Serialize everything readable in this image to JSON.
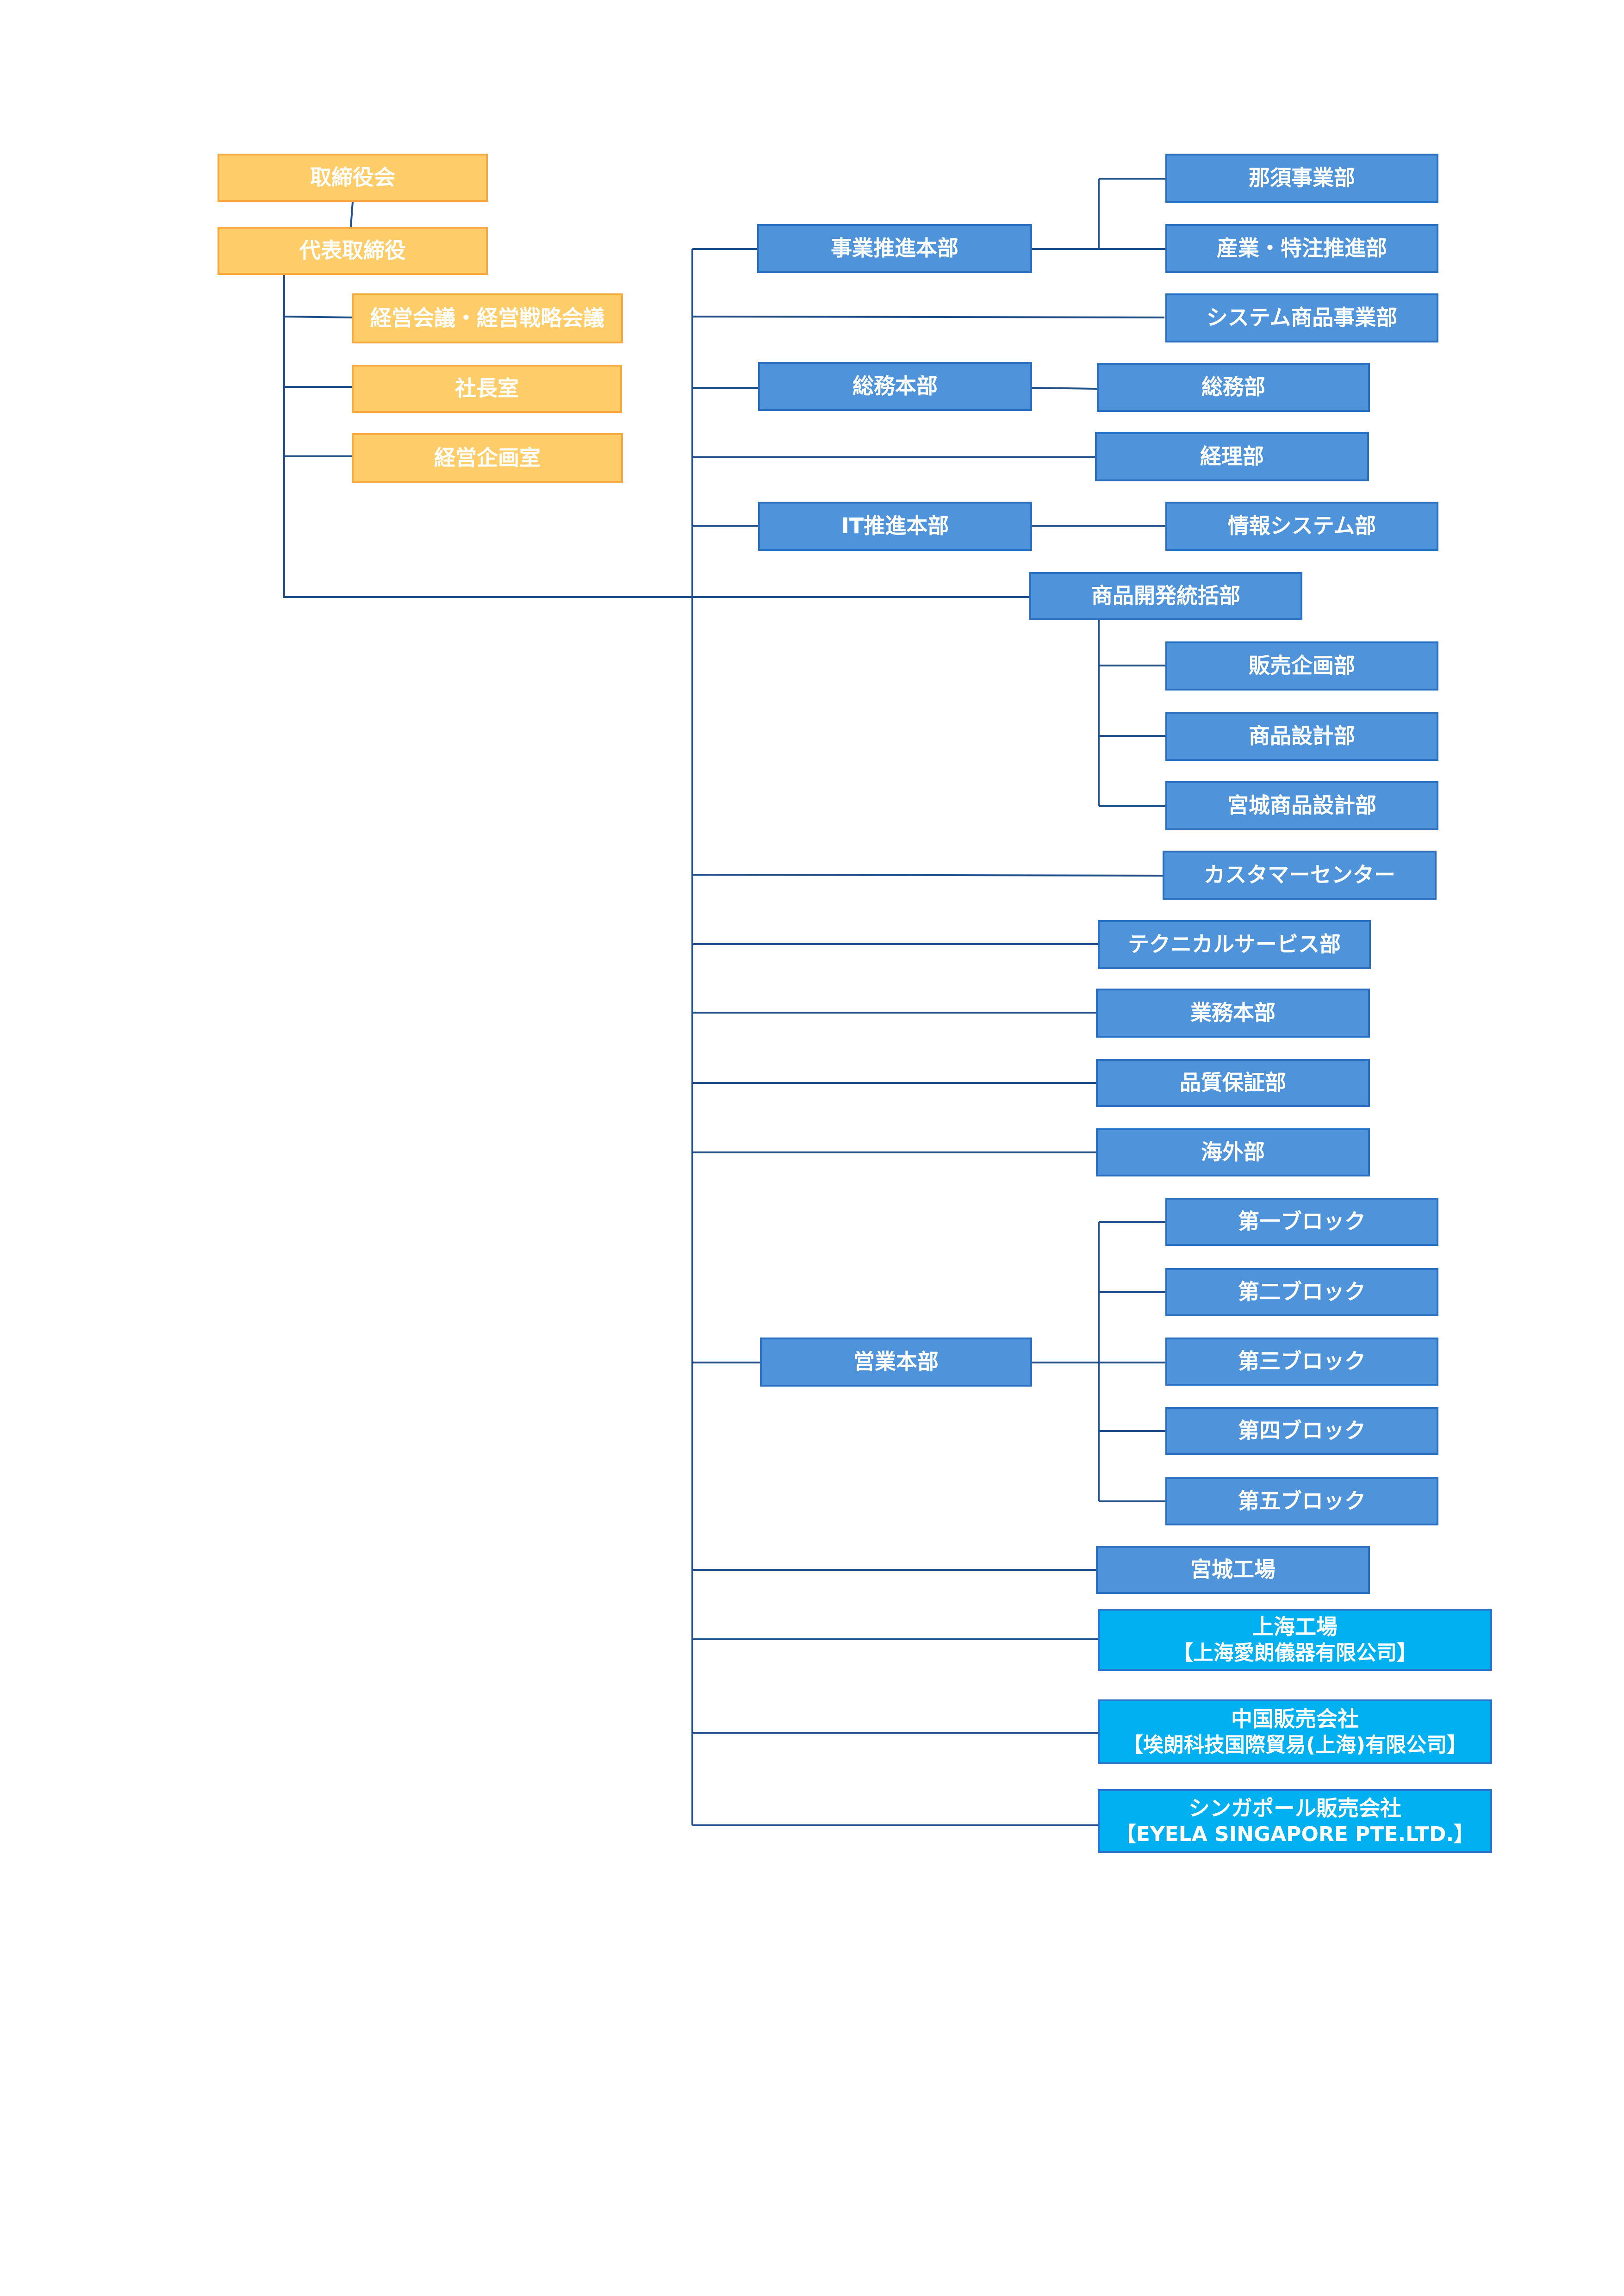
{
  "colors": {
    "executive_fill": "#fecd69",
    "executive_border": "#f6a93e",
    "department_fill": "#4f93da",
    "department_border": "#2b6fc0",
    "affiliate_fill": "#00b0f0",
    "line": "#1f4e89"
  },
  "executive": {
    "board": "取締役会",
    "ceo": "代表取締役",
    "management_meeting": "経営会議・経営戦略会議",
    "president_office": "社長室",
    "corporate_planning": "経営企画室"
  },
  "departments": {
    "business_promotion_hq": "事業推進本部",
    "nasu_division": "那須事業部",
    "industrial_special_order": "産業・特注推進部",
    "system_products_division": "システム商品事業部",
    "general_affairs_hq": "総務本部",
    "general_affairs_dept": "総務部",
    "accounting_dept": "経理部",
    "it_promotion_hq": "IT推進本部",
    "information_systems_dept": "情報システム部",
    "product_development_hq": "商品開発統括部",
    "sales_planning_dept": "販売企画部",
    "product_design_dept": "商品設計部",
    "miyagi_product_design_dept": "宮城商品設計部",
    "customer_center": "カスタマーセンター",
    "technical_service_dept": "テクニカルサービス部",
    "operations_hq": "業務本部",
    "quality_assurance_dept": "品質保証部",
    "overseas_dept": "海外部",
    "sales_hq": "営業本部",
    "block_1": "第一ブロック",
    "block_2": "第二ブロック",
    "block_3": "第三ブロック",
    "block_4": "第四ブロック",
    "block_5": "第五ブロック",
    "miyagi_factory": "宮城工場"
  },
  "affiliates": {
    "shanghai_factory": {
      "name": "上海工場",
      "company": "【上海愛朗儀器有限公司】"
    },
    "china_sales": {
      "name": "中国販売会社",
      "company": "【埃朗科技国際貿易(上海)有限公司】"
    },
    "singapore_sales": {
      "name": "シンガポール販売会社",
      "company": "【EYELA SINGAPORE PTE.LTD.】"
    }
  }
}
